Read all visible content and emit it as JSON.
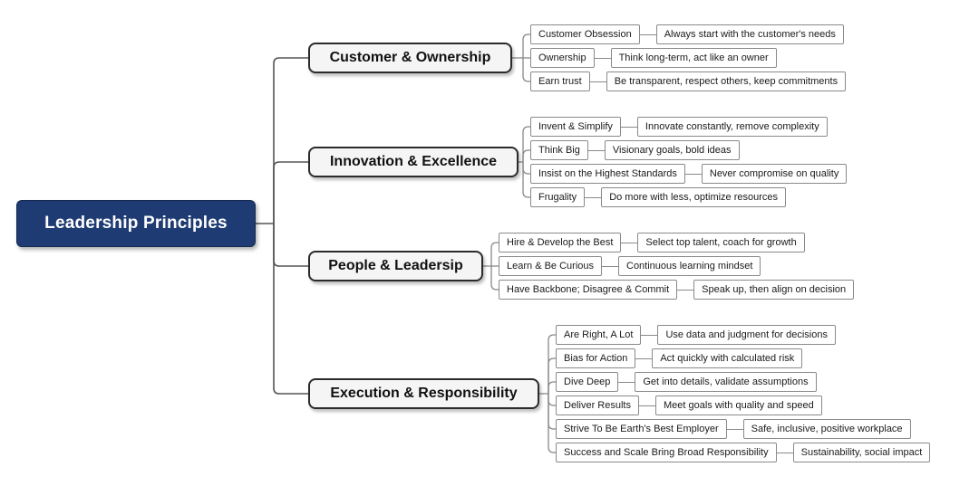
{
  "title": "Leadership Principles",
  "colors": {
    "root_bg": "#1f3b73",
    "root_border": "#16294f",
    "root_text": "#ffffff",
    "branch_bg": "#f5f5f5",
    "branch_border": "#2b2b2b",
    "leaf_border": "#8a8a8a",
    "trunk_line": "#555555",
    "bracket_line": "#888888"
  },
  "branches": [
    {
      "label": "Customer & Ownership",
      "children": [
        {
          "label": "Customer Obsession",
          "desc": "Always start with the customer's needs"
        },
        {
          "label": "Ownership",
          "desc": "Think long-term, act like an owner"
        },
        {
          "label": "Earn trust",
          "desc": "Be transparent, respect others, keep commitments"
        }
      ]
    },
    {
      "label": "Innovation & Excellence",
      "children": [
        {
          "label": "Invent & Simplify",
          "desc": "Innovate constantly, remove complexity"
        },
        {
          "label": "Think Big",
          "desc": "Visionary goals, bold ideas"
        },
        {
          "label": "Insist on the Highest Standards",
          "desc": "Never compromise on quality"
        },
        {
          "label": "Frugality",
          "desc": "Do more with less, optimize resources"
        }
      ]
    },
    {
      "label": "People & Leadersip",
      "children": [
        {
          "label": "Hire & Develop the Best",
          "desc": "Select top talent, coach for growth"
        },
        {
          "label": "Learn & Be Curious",
          "desc": "Continuous learning mindset"
        },
        {
          "label": "Have Backbone; Disagree & Commit",
          "desc": "Speak up, then align on decision"
        }
      ]
    },
    {
      "label": "Execution & Responsibility",
      "children": [
        {
          "label": "Are Right, A Lot",
          "desc": "Use data and judgment for decisions"
        },
        {
          "label": "Bias for Action",
          "desc": "Act quickly with calculated risk"
        },
        {
          "label": "Dive Deep",
          "desc": "Get into details, validate assumptions"
        },
        {
          "label": "Deliver Results",
          "desc": "Meet goals with quality and speed"
        },
        {
          "label": "Strive To Be Earth's Best Employer",
          "desc": "Safe, inclusive, positive workplace"
        },
        {
          "label": "Success and Scale Bring Broad Responsibility",
          "desc": "Sustainability, social impact"
        }
      ]
    }
  ]
}
